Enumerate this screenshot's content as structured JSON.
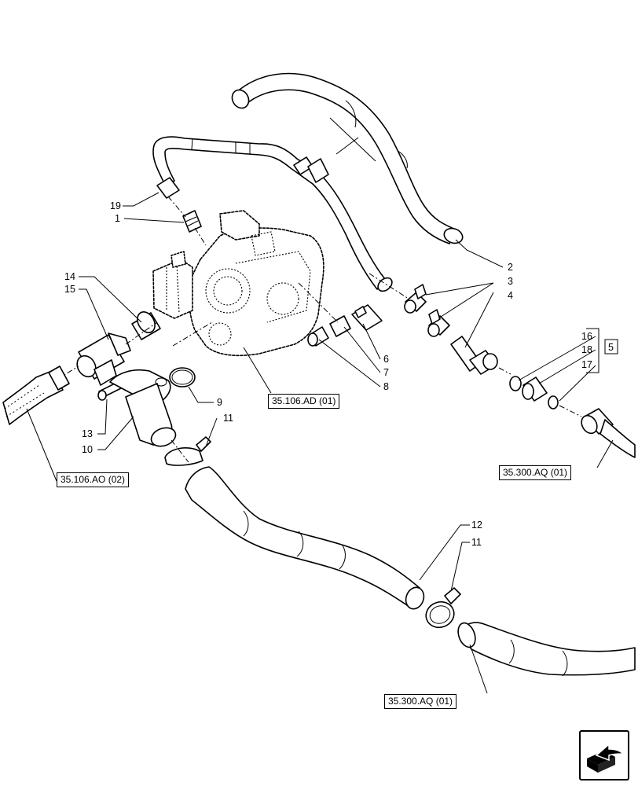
{
  "callouts": {
    "c1": "1",
    "c2": "2",
    "c3": "3",
    "c4": "4",
    "c5": "5",
    "c6": "6",
    "c7": "7",
    "c8": "8",
    "c9": "9",
    "c10": "10",
    "c11a": "11",
    "c11b": "11",
    "c12": "12",
    "c13": "13",
    "c14": "14",
    "c15": "15",
    "c16": "16",
    "c17": "17",
    "c18": "18",
    "c19": "19"
  },
  "references": {
    "pump_ref": "35.106.AD (01)",
    "left_hose_ref": "35.106.AO (02)",
    "right_hose_ref": "35.300.AQ (01)",
    "bottom_hose_ref": "35.300.AQ (01)"
  },
  "navigation": {
    "icon": "next-page-arrow-icon"
  }
}
